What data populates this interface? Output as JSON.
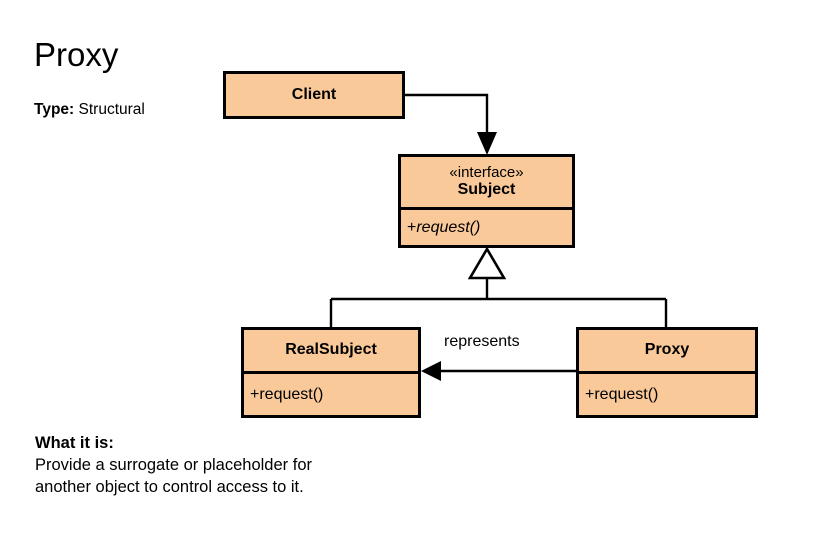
{
  "header": {
    "title": "Proxy",
    "type_label": "Type:",
    "type_value": "Structural"
  },
  "description": {
    "heading": "What it is:",
    "line1": "Provide a surrogate or placeholder for",
    "line2": "another object to control access to it."
  },
  "diagram": {
    "kind": "uml-class-diagram",
    "fill_color": "#fac999",
    "stroke_color": "#000000",
    "background_color": "#ffffff",
    "classes": [
      {
        "id": "client",
        "name": "Client",
        "stereotype": "",
        "members": []
      },
      {
        "id": "subject",
        "name": "Subject",
        "stereotype": "«interface»",
        "members": [
          {
            "sigil": "+",
            "text": "request()",
            "abstract": true
          }
        ]
      },
      {
        "id": "realsubject",
        "name": "RealSubject",
        "stereotype": "",
        "members": [
          {
            "sigil": "+",
            "text": "request()",
            "abstract": false
          }
        ]
      },
      {
        "id": "proxy",
        "name": "Proxy",
        "stereotype": "",
        "members": [
          {
            "sigil": "+",
            "text": "request()",
            "abstract": false
          }
        ]
      }
    ],
    "relations": [
      {
        "from": "client",
        "to": "subject",
        "type": "association",
        "arrow": "solid-filled",
        "label": ""
      },
      {
        "from": "realsubject",
        "to": "subject",
        "type": "generalization",
        "arrow": "hollow-triangle",
        "label": ""
      },
      {
        "from": "proxy",
        "to": "subject",
        "type": "generalization",
        "arrow": "hollow-triangle",
        "label": ""
      },
      {
        "from": "proxy",
        "to": "realsubject",
        "type": "association",
        "arrow": "solid-filled",
        "label": "represents"
      }
    ]
  }
}
